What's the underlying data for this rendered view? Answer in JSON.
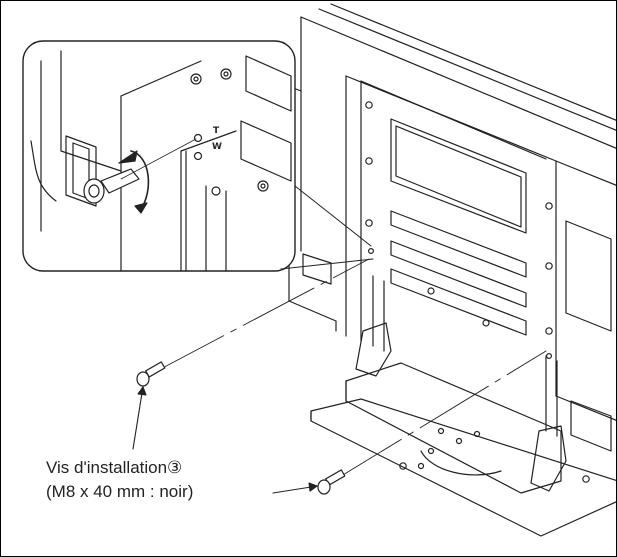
{
  "callout": {
    "line1": "Vis d'installation③",
    "line2": "(M8 x 40 mm : noir)"
  },
  "inset_labels": {
    "top": "T",
    "bottom": "W"
  }
}
